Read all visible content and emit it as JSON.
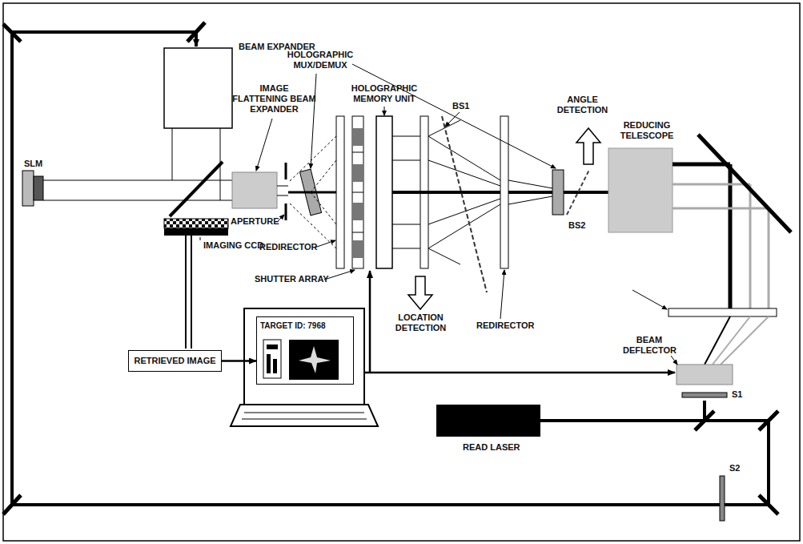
{
  "diagram": {
    "nodes": [
      {
        "text": [
          "RETRIEVED IMAGE"
        ]
      },
      {
        "text": [
          "TARGET ID: 7968"
        ]
      }
    ],
    "edges": [
      {
        "from": 0,
        "to": 1,
        "arrow": "to"
      }
    ],
    "labels": [
      "BEAM EXPANDER",
      "SLM",
      "IMAGE FLATTENING BEAM EXPANDER",
      "HOLOGRAPHIC MUX/DEMUX",
      "HOLOGRAPHIC MEMORY UNIT",
      "ANGLE DETECTION",
      "REDUCING TELESCOPE",
      "APERTURE",
      "REDIRECTOR",
      "SHUTTER ARRAY",
      "IMAGING CCD",
      "BS1",
      "LOCATION DETECTION",
      "REDIRECTOR",
      "BS2",
      "BEAM DEFLECTOR",
      "S1",
      "READ LASER",
      "S2"
    ]
  }
}
